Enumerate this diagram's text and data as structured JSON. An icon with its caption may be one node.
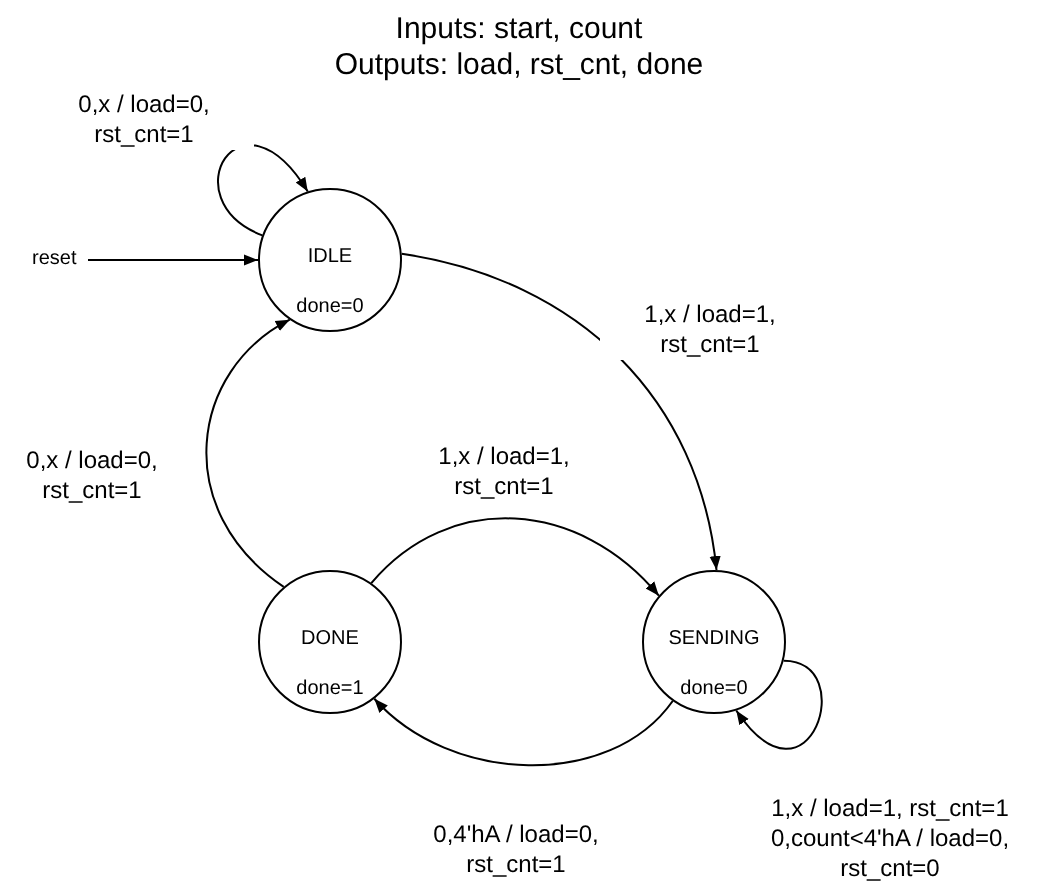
{
  "diagram": {
    "title": "Inputs: start, count",
    "nodes": [
      {
        "text": [
          "IDLE",
          "done=0"
        ]
      },
      {
        "text": [
          "DONE",
          "done=1"
        ]
      },
      {
        "text": [
          "SENDING",
          "done=0"
        ]
      },
      {
        "text": [
          "reset"
        ]
      }
    ],
    "edges": [
      {
        "from": 0,
        "to": 0,
        "arrow": "to",
        "label": "0,x / load=0, rst_cnt=1"
      },
      {
        "from": 3,
        "to": 0,
        "arrow": "to"
      },
      {
        "from": 0,
        "to": 2,
        "arrow": "to",
        "label": "1,x / load=1, rst_cnt=1"
      },
      {
        "from": 1,
        "to": 2,
        "arrow": "to",
        "label": "1,x / load=1, rst_cnt=1"
      },
      {
        "from": 2,
        "to": 1,
        "arrow": "to",
        "label": "0,4'hA / load=0, rst_cnt=1"
      },
      {
        "from": 2,
        "to": 2,
        "arrow": "to",
        "label": "1,x / load=1, rst_cnt=1 0,count<4'hA / load=0, rst_cnt=0"
      },
      {
        "from": 1,
        "to": 0,
        "arrow": "to",
        "label": "0,x / load=0, rst_cnt=1"
      }
    ],
    "labels": [
      "Outputs: load, rst_cnt, done"
    ]
  }
}
